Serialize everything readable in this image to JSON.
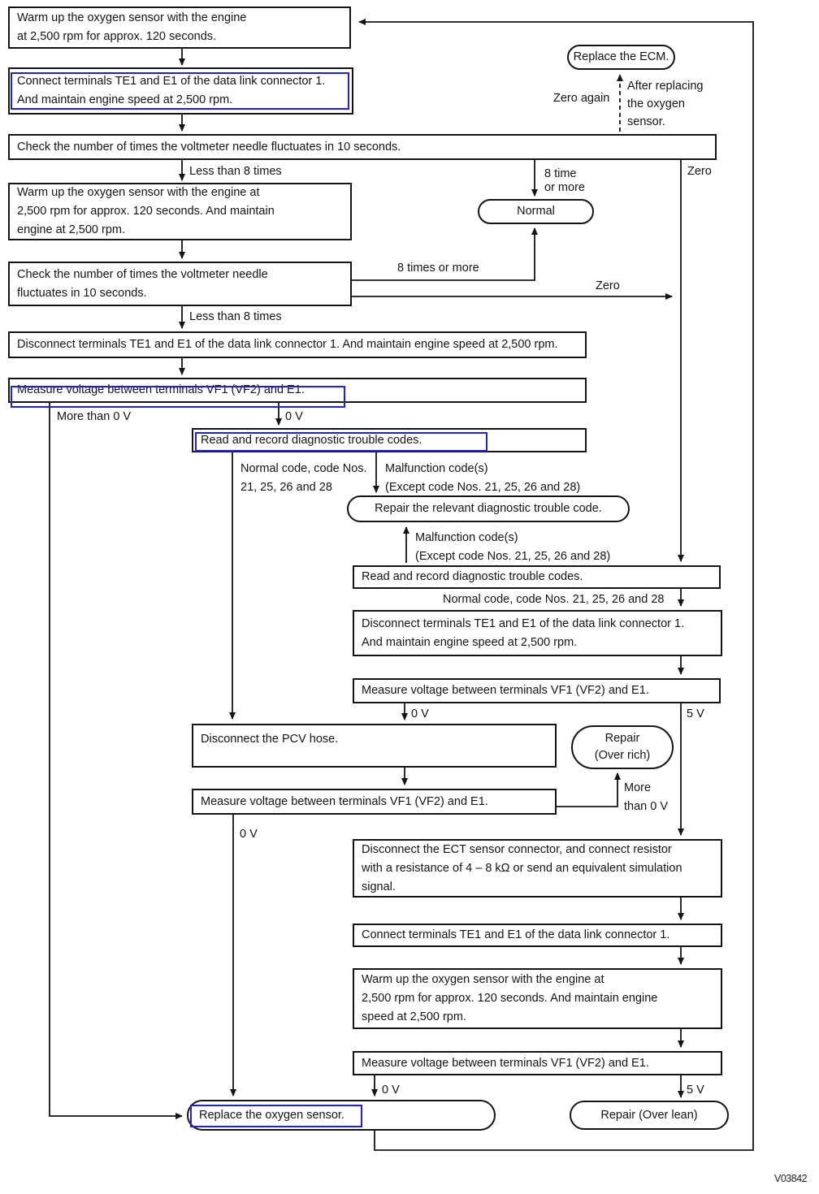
{
  "caption": "V03842",
  "colors": {
    "ink": "#141414",
    "link_highlight": "#2222cc"
  },
  "nodes": {
    "warm_up_top": {
      "lines": [
        "Warm up the oxygen sensor with the engine",
        "at 2,500 rpm for approx. 120 seconds."
      ]
    },
    "connect_te1_top": {
      "lines": [
        "Connect terminals TE1 and E1 of the data link connector 1.",
        "And maintain engine speed at 2,500 rpm."
      ]
    },
    "check_fluctuation_1": {
      "text": "Check the number of times the voltmeter needle fluctuates in 10 seconds."
    },
    "warm_up_2": {
      "lines": [
        "Warm up the oxygen sensor with the engine at",
        "2,500 rpm for approx. 120 seconds. And maintain",
        "engine at 2,500 rpm."
      ]
    },
    "check_fluctuation_2": {
      "lines": [
        "Check the number of times the voltmeter needle",
        "fluctuates in 10 seconds."
      ]
    },
    "disconnect_te1_wide": {
      "text": "Disconnect terminals TE1 and E1 of the data link connector 1. And maintain engine speed at 2,500 rpm."
    },
    "measure_vf1_1": {
      "text": "Measure voltage between terminals VF1 (VF2) and E1."
    },
    "read_codes_1": {
      "text": "Read and record diagnostic trouble codes."
    },
    "repair_relevant": {
      "text": "Repair the relevant diagnostic trouble code."
    },
    "read_codes_2": {
      "text": "Read and record diagnostic trouble codes."
    },
    "disconnect_te1_2": {
      "lines": [
        "Disconnect terminals TE1 and E1 of the data link connector 1.",
        "And maintain engine speed at 2,500 rpm."
      ]
    },
    "measure_vf1_2": {
      "text": "Measure voltage between terminals VF1 (VF2) and E1."
    },
    "disconnect_pcv": {
      "text": "Disconnect the PCV hose."
    },
    "repair_over_rich": {
      "lines": [
        "Repair",
        "(Over rich)"
      ]
    },
    "measure_vf1_3": {
      "text": "Measure voltage between terminals VF1 (VF2) and E1."
    },
    "disconnect_ect": {
      "lines": [
        "Disconnect the ECT sensor connector, and connect resistor",
        "with a resistance of 4 – 8 kΩ or send an equivalent simulation",
        "signal."
      ]
    },
    "connect_te1_2": {
      "text": "Connect terminals TE1 and E1 of the data link connector 1."
    },
    "warm_up_3": {
      "lines": [
        "Warm up the oxygen sensor with the engine at",
        "2,500 rpm for approx. 120 seconds. And maintain engine",
        "speed at 2,500 rpm."
      ]
    },
    "measure_vf1_4": {
      "text": "Measure voltage between terminals VF1 (VF2) and E1."
    },
    "replace_ecm": {
      "text": "Replace the ECM."
    },
    "normal": {
      "text": "Normal"
    },
    "replace_o2": {
      "text": "Replace the oxygen sensor."
    },
    "repair_over_lean": {
      "text": "Repair (Over lean)"
    }
  },
  "edge_labels": {
    "less_than_8_1": "Less than 8 times",
    "eight_time_vert": [
      "8 time",
      "or more"
    ],
    "zero_vert": "Zero",
    "zero_again": "Zero again",
    "after_replacing": [
      "After replacing",
      "the oxygen",
      "sensor."
    ],
    "eight_times_or_more": "8 times or more",
    "zero_horiz": "Zero",
    "less_than_8_2": "Less than 8 times",
    "more_than_0v_1": "More than 0 V",
    "zero_v_1": "0 V",
    "normal_code_2line": [
      "Normal code, code Nos.",
      "21, 25, 26 and 28"
    ],
    "malfunction_1": [
      "Malfunction code(s)",
      "(Except code Nos. 21, 25, 26 and 28)"
    ],
    "malfunction_2": [
      "Malfunction code(s)",
      "(Except code Nos. 21, 25, 26 and 28)"
    ],
    "normal_code_1line": "Normal code, code Nos. 21, 25, 26 and 28",
    "zero_v_2": "0 V",
    "five_v_1": "5 V",
    "more_than_0v_2": [
      "More",
      "than 0 V"
    ],
    "zero_v_3": "0 V",
    "zero_v_4": "0 V",
    "five_v_2": "5 V"
  }
}
